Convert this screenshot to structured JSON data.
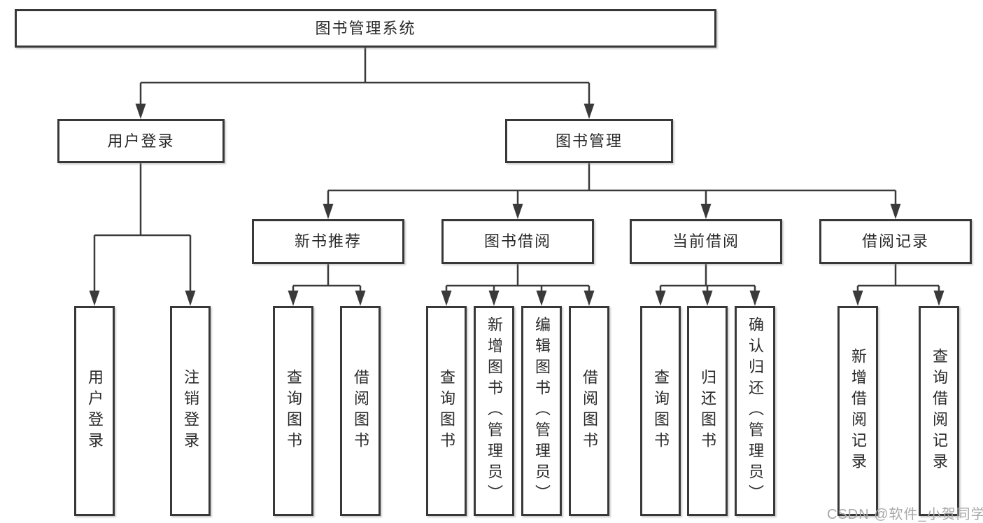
{
  "tree": {
    "root": {
      "label": "图书管理系统",
      "children": [
        {
          "label": "用户登录",
          "children": [
            {
              "label": "用户登录"
            },
            {
              "label": "注销登录"
            }
          ]
        },
        {
          "label": "图书管理",
          "children": [
            {
              "label": "新书推荐",
              "children": [
                {
                  "label": "查询图书"
                },
                {
                  "label": "借阅图书"
                }
              ]
            },
            {
              "label": "图书借阅",
              "children": [
                {
                  "label": "查询图书"
                },
                {
                  "label": "新增图书（管理员）"
                },
                {
                  "label": "编辑图书（管理员）"
                },
                {
                  "label": "借阅图书"
                }
              ]
            },
            {
              "label": "当前借阅",
              "children": [
                {
                  "label": "查询图书"
                },
                {
                  "label": "归还图书"
                },
                {
                  "label": "确认归还（管理员）"
                }
              ]
            },
            {
              "label": "借阅记录",
              "children": [
                {
                  "label": "新增借阅记录"
                },
                {
                  "label": "查询借阅记录"
                }
              ]
            }
          ]
        }
      ]
    }
  },
  "watermark": {
    "text": "CSDN @软件_小贺同学"
  },
  "colors": {
    "line": "#3a3a3a",
    "box_border": "#383838",
    "text": "#2a2a2a",
    "watermark": "#a8a8a8",
    "background": "#ffffff"
  }
}
